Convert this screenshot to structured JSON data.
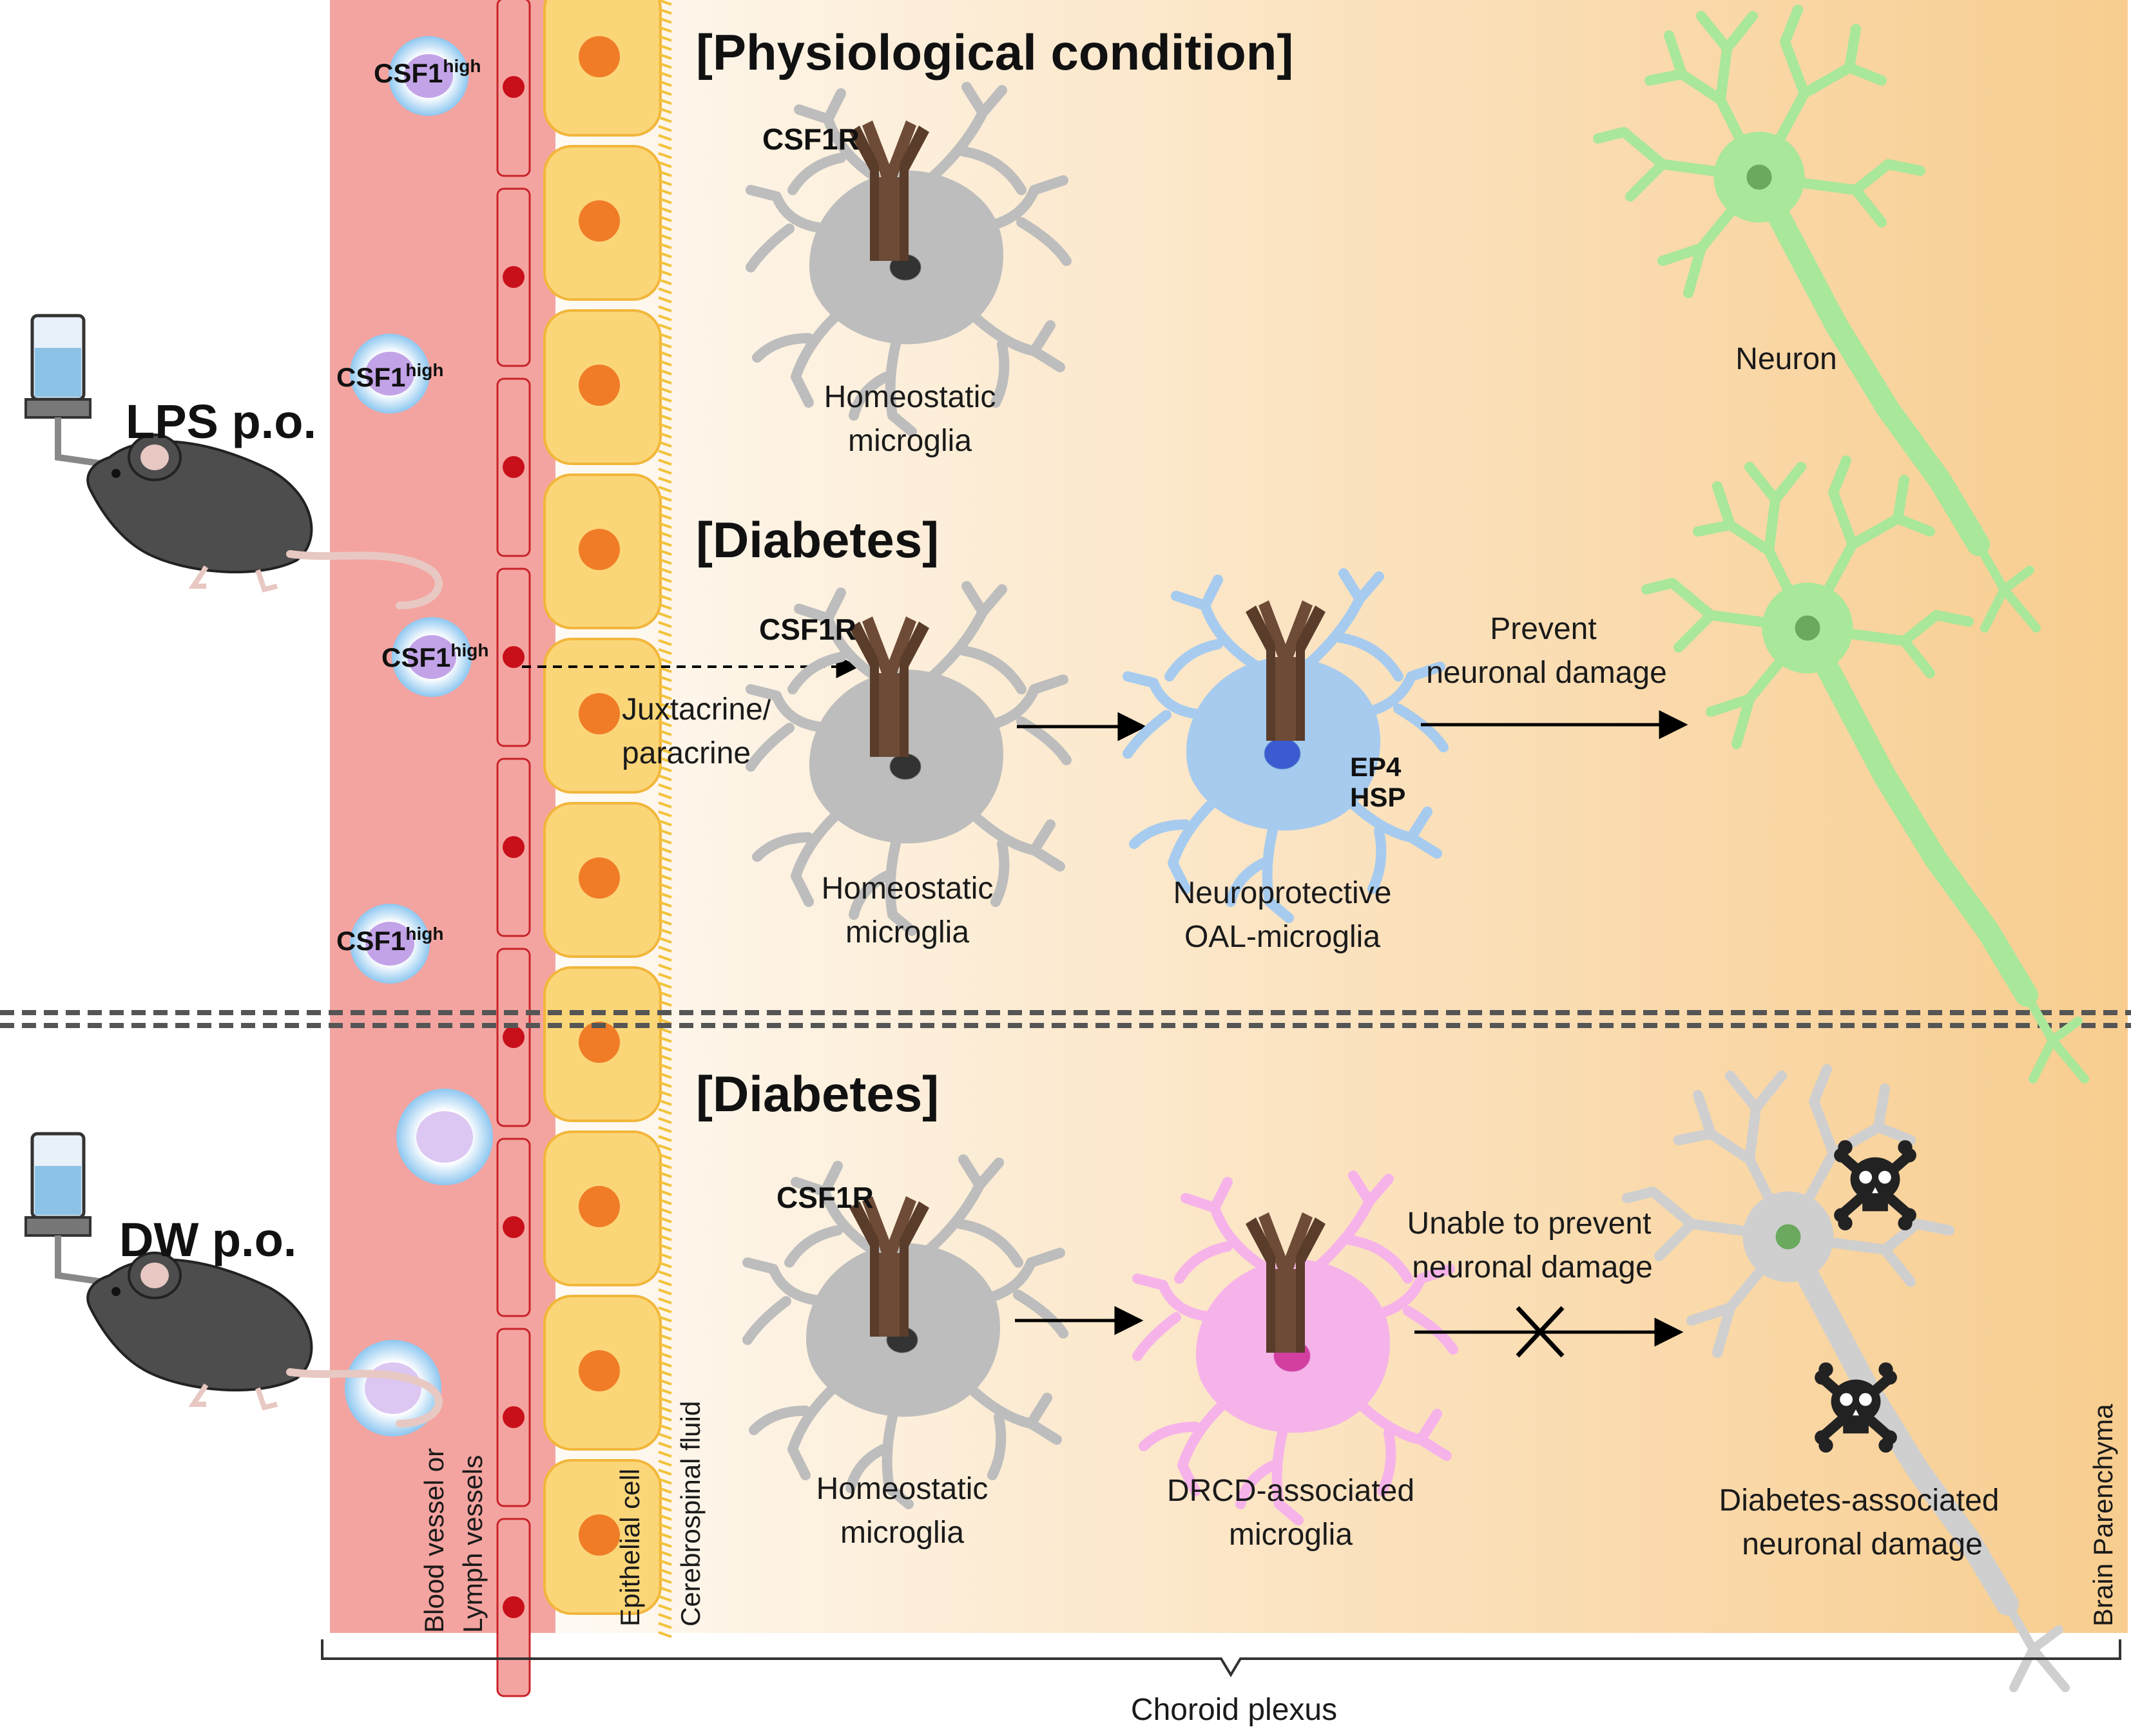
{
  "headers": {
    "physiological": "[Physiological condition]",
    "diabetes_top": "[Diabetes]",
    "diabetes_bottom": "[Diabetes]"
  },
  "treatments": {
    "lps": "LPS p.o.",
    "dw": "DW p.o."
  },
  "csf1": {
    "base": "CSF1",
    "superscript": "high"
  },
  "receptor": "CSF1R",
  "labels": {
    "homeostatic_l1": "Homeostatic",
    "homeostatic_l2": "microglia",
    "neuron": "Neuron",
    "juxtacrine_l1": "Juxtacrine/",
    "juxtacrine_l2": "paracrine",
    "prevent_l1": "Prevent",
    "prevent_l2": "neuronal damage",
    "neuroprotective_l1": "Neuroprotective",
    "neuroprotective_l2": "OAL-microglia",
    "ep4": "EP4",
    "hsp": "HSP",
    "unable_l1": "Unable to prevent",
    "unable_l2": "neuronal damage",
    "drcd_l1": "DRCD-associated",
    "drcd_l2": "microglia",
    "damage_l1": "Diabetes-associated",
    "damage_l2": "neuronal damage"
  },
  "regions": {
    "vessel_l1": "Blood vessel or",
    "vessel_l2": "Lymph vessels",
    "epithelial": "Epithelial cell",
    "csf": "Cerebrospinal fluid",
    "parenchyma": "Brain Parenchyma",
    "choroid": "Choroid plexus"
  },
  "colors": {
    "vessel": "#f4a4a0",
    "epithelium": "#fbd678",
    "nucleus": "#f07c28",
    "csf_blue": "#bcdcf4",
    "parenchyma": "#f8cd8f",
    "homeostatic_cell": "#b9b9b9",
    "oal_cell": "#a6cbef",
    "drcd_cell": "#f6b3e9",
    "neuron_healthy": "#a9e79a",
    "neuron_damaged": "#c8c8c8",
    "receptor": "#6e4b36"
  }
}
